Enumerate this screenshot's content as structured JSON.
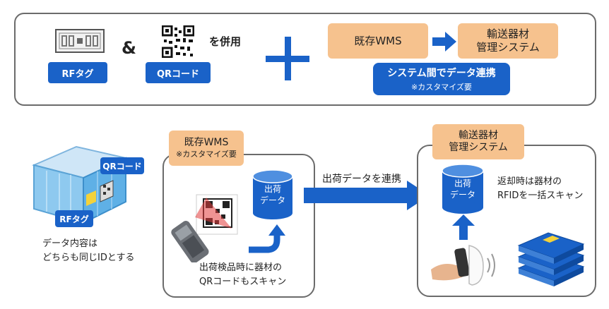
{
  "top": {
    "rf_tag_label": "RFタグ",
    "ampersand": "&",
    "qr_label": "QRコード",
    "combined_text": "を併用",
    "plus": "+",
    "existing_wms": "既存WMS",
    "equipment_system_line1": "輸送器材",
    "equipment_system_line2": "管理システム",
    "integration_title": "システム間でデータ連携",
    "integration_note": "※カスタマイズ要"
  },
  "left": {
    "qr_label": "QRコード",
    "rf_label": "RFタグ",
    "caption_line1": "データ内容は",
    "caption_line2": "どちらも同じIDとする"
  },
  "wms": {
    "title": "既存WMS",
    "note": "※カスタマイズ要",
    "db_line1": "出荷",
    "db_line2": "データ",
    "caption_line1": "出荷検品時に器材の",
    "caption_line2": "QRコードもスキャン"
  },
  "link_label": "出荷データを連携",
  "equip": {
    "title_line1": "輸送器材",
    "title_line2": "管理システム",
    "db_line1": "出荷",
    "db_line2": "データ",
    "caption_line1": "返却時は器材の",
    "caption_line2": "RFIDを一括スキャン"
  },
  "colors": {
    "blue": "#1a62c8",
    "orange": "#f6c28e",
    "border": "#6b6b6b"
  }
}
